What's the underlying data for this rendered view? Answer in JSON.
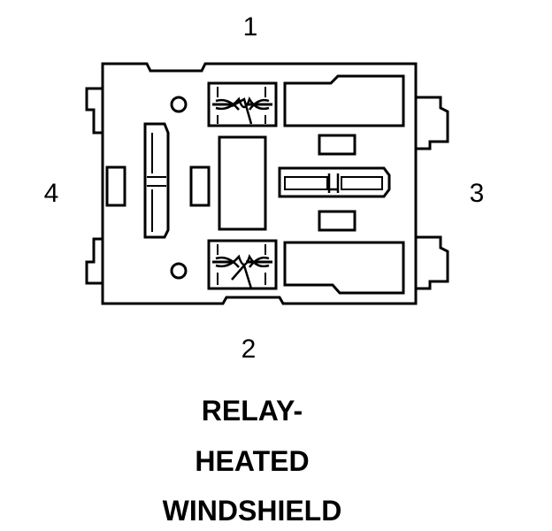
{
  "diagram": {
    "pins": {
      "pin1": "1",
      "pin2": "2",
      "pin3": "3",
      "pin4": "4"
    },
    "caption": {
      "line1": "RELAY-",
      "line2": "HEATED",
      "line3": "WINDSHIELD"
    }
  }
}
